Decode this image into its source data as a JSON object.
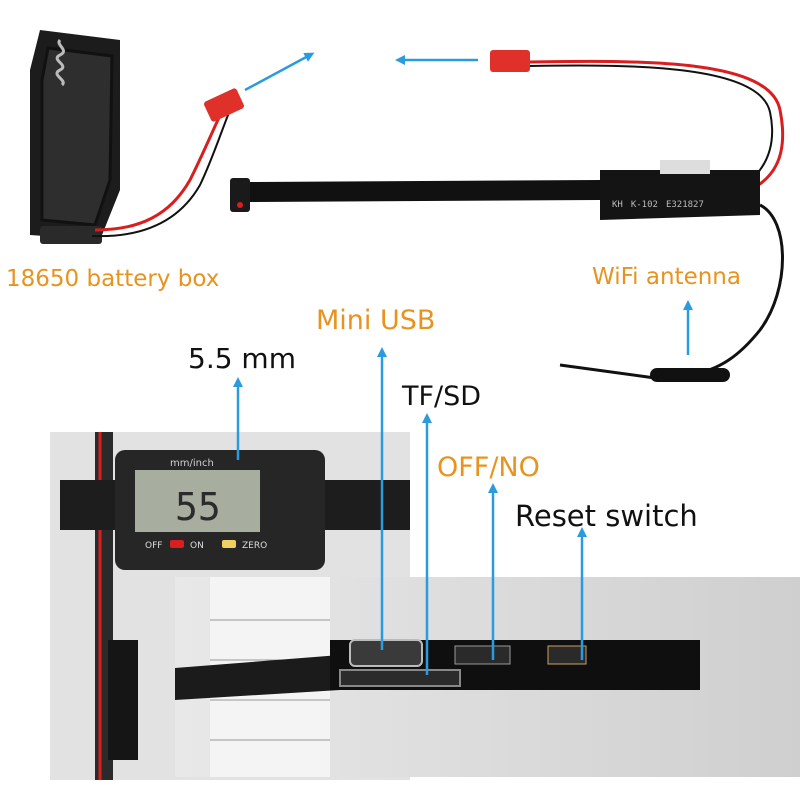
{
  "labels": {
    "battery_box": "18650 battery box",
    "wifi_antenna": "WiFi antenna",
    "mini_usb": "Mini USB",
    "thickness": "5.5 mm",
    "tf_sd": "TF/SD",
    "off_no": "OFF/NO",
    "reset_switch": "Reset switch"
  },
  "caliper": {
    "reading": "55",
    "unit_label": "mm/inch",
    "button_off": "OFF",
    "button_on": "ON",
    "button_zero": "ZERO"
  },
  "module": {
    "marking_1": "KH",
    "marking_2": "K-102",
    "marking_3": "E321827"
  },
  "colors": {
    "label_orange": "#e8931e",
    "arrow_blue": "#2b9be0",
    "wire_red": "#d81e1e",
    "connector_red": "#e0302a"
  },
  "icons": [
    "battery-box-image",
    "camera-module-image",
    "caliper-image",
    "board-closeup-image",
    "arrow-icon"
  ]
}
